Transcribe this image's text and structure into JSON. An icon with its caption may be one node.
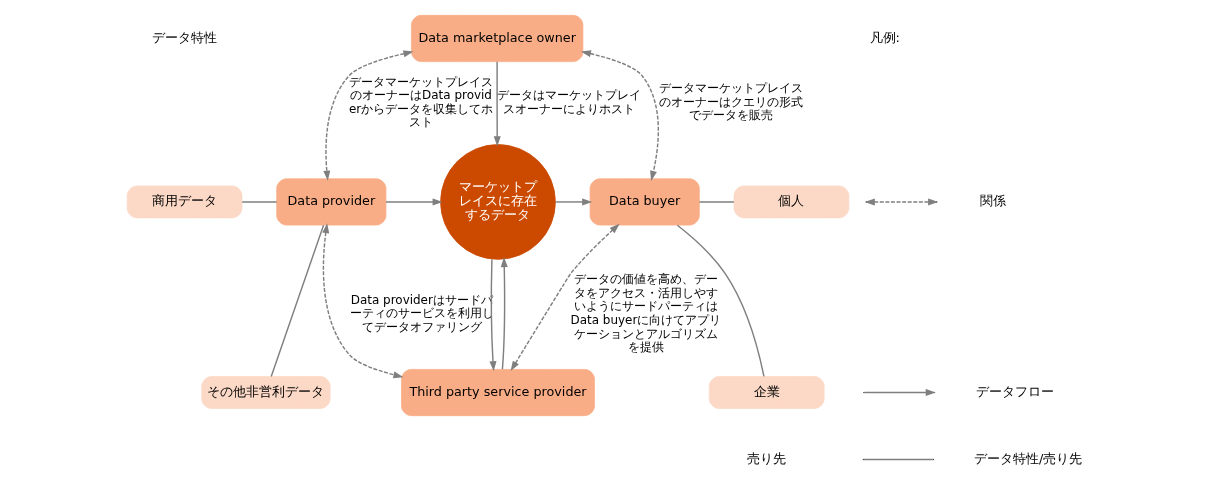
{
  "diagram": {
    "nodes": [
      {
        "text": [
          "Data marketplace owner"
        ]
      },
      {
        "text": [
          "商用データ"
        ]
      },
      {
        "text": [
          "その他非営利データ"
        ]
      },
      {
        "text": [
          "Data provider"
        ]
      },
      {
        "text": [
          "マーケットプレイスに存在するデータ"
        ]
      },
      {
        "text": [
          "Data buyer"
        ]
      },
      {
        "text": [
          "個人"
        ]
      },
      {
        "text": [
          "企業"
        ]
      },
      {
        "text": [
          "Third party service provider"
        ]
      }
    ],
    "edges": [
      {
        "from": 0,
        "to": 3,
        "arrow": "both",
        "style": "dashed",
        "label": "データマーケットプレイスのオーナーはData providerからデータを収集してホスト"
      },
      {
        "from": 0,
        "to": 5,
        "arrow": "both",
        "style": "dashed",
        "label": "データマーケットプレイスのオーナーはクエリの形式でデータを販売"
      },
      {
        "from": 0,
        "to": 4,
        "arrow": "to",
        "label": "データはマーケットプレイスオーナーによりホスト"
      },
      {
        "from": 1,
        "to": 3,
        "arrow": "none"
      },
      {
        "from": 2,
        "to": 3,
        "arrow": "none"
      },
      {
        "from": 3,
        "to": 4,
        "arrow": "to"
      },
      {
        "from": 4,
        "to": 5,
        "arrow": "to"
      },
      {
        "from": 5,
        "to": 6,
        "arrow": "none"
      },
      {
        "from": 5,
        "to": 7,
        "arrow": "none"
      },
      {
        "from": 4,
        "to": 8,
        "arrow": "to"
      },
      {
        "from": 8,
        "to": 4,
        "arrow": "to"
      },
      {
        "from": 3,
        "to": 8,
        "arrow": "both",
        "style": "dashed",
        "label": "Data providerはサードパーティのサービスを利用してデータオファリング"
      },
      {
        "from": 8,
        "to": 5,
        "arrow": "both",
        "style": "dashed",
        "label": "データの価値を高め、データをアクセス・活用しやすいようにサードパーティはData buyerに向けてアプリケーションとアルゴリズムを提供"
      }
    ],
    "labels": [
      "凡例:",
      "データ特性",
      "売り先"
    ],
    "legend": [
      {
        "text": "関係"
      },
      {
        "text": "データフロー"
      },
      {
        "text": "データ特性/売り先"
      }
    ]
  }
}
